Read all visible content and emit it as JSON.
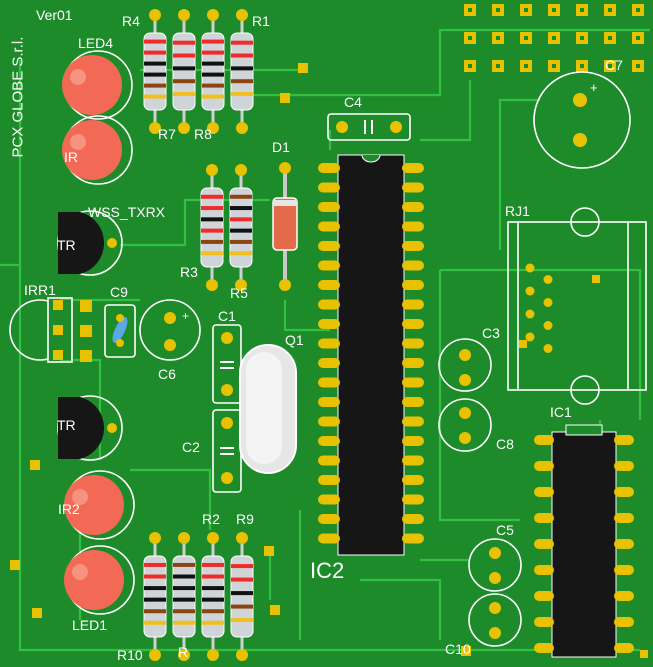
{
  "board": {
    "company_text": "PCX GLOBE S.r.l.",
    "version": "Ver01",
    "colors": {
      "board": "#1e8b2b",
      "trace": "#2fc13f",
      "silk": "#ffffff",
      "pad": "#e8c200",
      "led": "#f26a55",
      "ic": "#161616"
    }
  },
  "labels": {
    "R4": "R4",
    "R1": "R1",
    "R7": "R7",
    "R8": "R8",
    "LED4": "LED4",
    "IR": "IR",
    "WSS_TXRX": "WSS_TXRX",
    "TR1": "TR",
    "TR2": "TR",
    "IRR1": "IRR1",
    "C9": "C9",
    "C6": "C6",
    "C1": "C1",
    "C2": "C2",
    "Q1": "Q1",
    "D1": "D1",
    "R3": "R3",
    "R5": "R5",
    "C4": "C4",
    "C7": "C7",
    "RJ1": "RJ1",
    "C3": "C3",
    "C8": "C8",
    "IC1": "IC1",
    "C5": "C5",
    "C10": "C10",
    "IC2": "IC2",
    "IR2": "IR2",
    "LED1": "LED1",
    "R2": "R2",
    "R9": "R9",
    "R10": "R10",
    "R6": "R"
  }
}
